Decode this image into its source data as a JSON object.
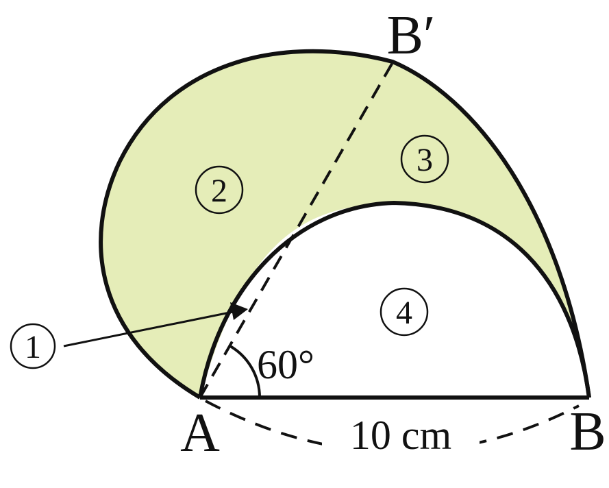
{
  "diagram": {
    "points": {
      "A": "A",
      "B": "B",
      "B_prime": "B′"
    },
    "angle_label": "60°",
    "length_label": "10 cm",
    "regions": {
      "r1": "1",
      "r2": "2",
      "r3": "3",
      "r4": "4"
    },
    "colors": {
      "shaded_fill": "#e5edb8",
      "stroke": "#111111",
      "background": "#ffffff"
    }
  }
}
